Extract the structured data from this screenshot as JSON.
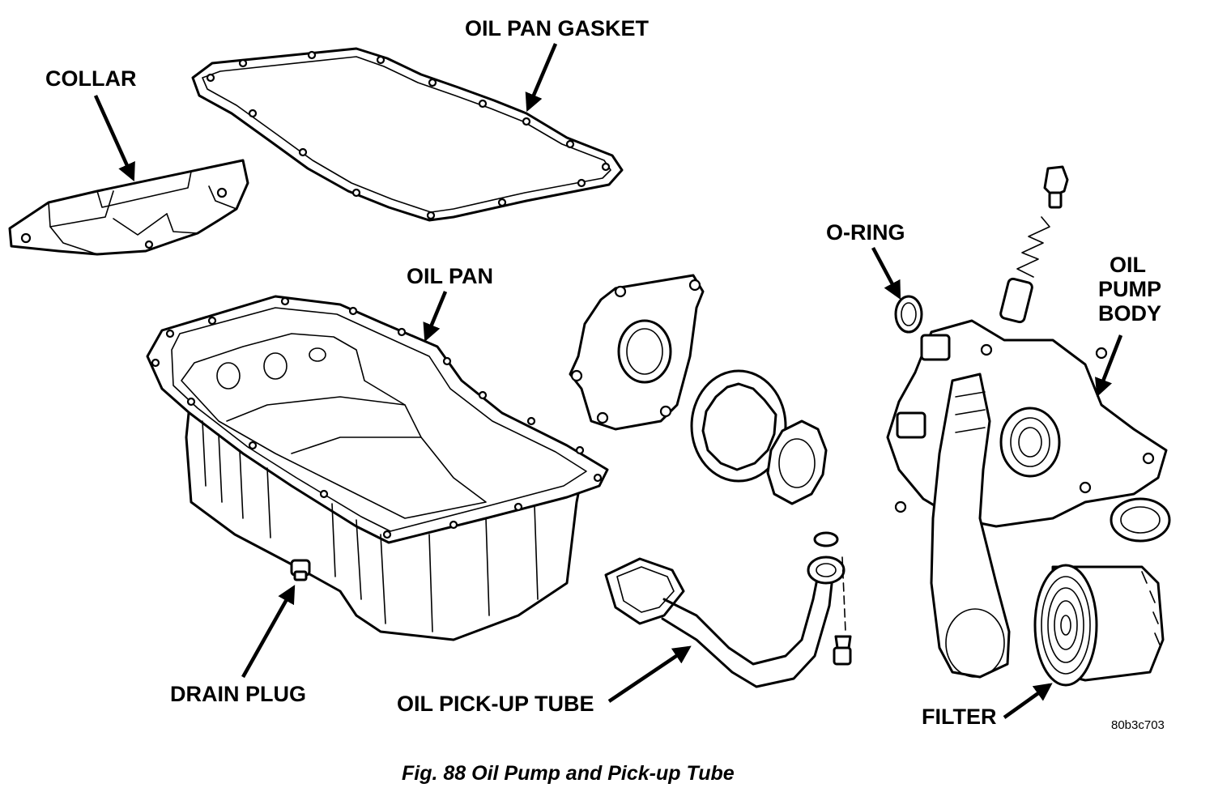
{
  "labels": {
    "oil_pan_gasket": "OIL PAN GASKET",
    "collar": "COLLAR",
    "o_ring": "O-RING",
    "oil_pump_body_line1": "OIL",
    "oil_pump_body_line2": "PUMP",
    "oil_pump_body_line3": "BODY",
    "oil_pan": "OIL PAN",
    "drain_plug": "DRAIN PLUG",
    "oil_pickup_tube": "OIL PICK-UP TUBE",
    "filter": "FILTER"
  },
  "figure_code": "80b3c703",
  "caption": "Fig. 88 Oil Pump and Pick-up Tube",
  "colors": {
    "ink": "#000000",
    "paper": "#ffffff"
  }
}
